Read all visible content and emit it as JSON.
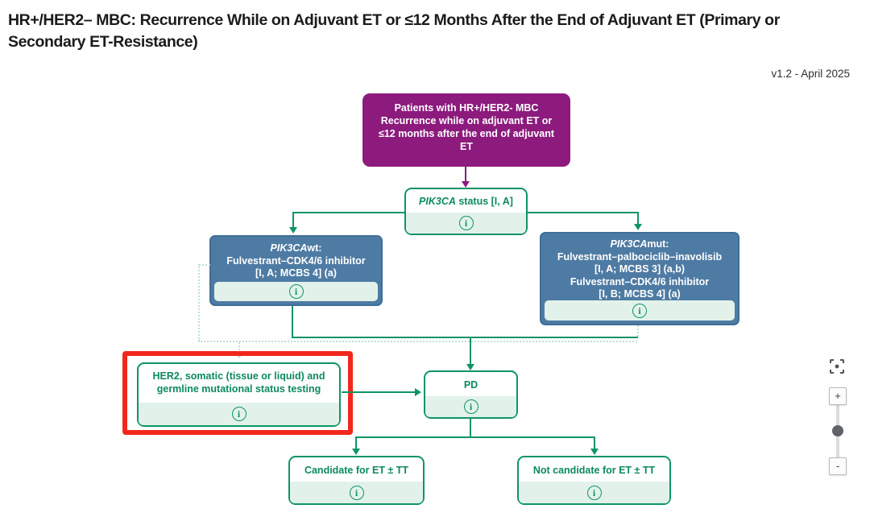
{
  "header": {
    "title": "HR+/HER2– MBC: Recurrence While on Adjuvant ET or ≤12 Months After the End of Adjuvant ET (Primary or Secondary ET-Resistance)",
    "version": "v1.2 - April 2025"
  },
  "flow": {
    "patients": {
      "text": "Patients with HR+/HER2- MBC\nRecurrence while on adjuvant ET or\n≤12 months after the end of adjuvant\nET"
    },
    "status": {
      "gene": "PIK3CA",
      "rest": " status [I, A]"
    },
    "wt": {
      "gene": "PIK3CA",
      "gene_suffix": "wt:",
      "lines": [
        "Fulvestrant–CDK4/6 inhibitor",
        "[I, A; MCBS 4] (a)"
      ]
    },
    "mut": {
      "gene": "PIK3CA",
      "gene_suffix": "mut:",
      "lines": [
        "Fulvestrant–palbociclib–inavolisib",
        "[I, A; MCBS 3] (a,b)",
        "Fulvestrant–CDK4/6 inhibitor",
        "[I, B; MCBS 4] (a)"
      ]
    },
    "testing": {
      "text": "HER2, somatic (tissue or liquid) and\ngermline mutational status testing"
    },
    "pd": {
      "text": "PD"
    },
    "candidate": {
      "text": "Candidate for ET ± TT"
    },
    "not_candidate": {
      "text": "Not candidate for ET ± TT"
    },
    "info_glyph": "i"
  },
  "controls": {
    "zoom_in": "+",
    "zoom_out": "-"
  },
  "colors": {
    "purple": "#8c1b7d",
    "green": "#0f9466",
    "green_light": "#e2f2ea",
    "blue": "#4e7ba3",
    "highlight_red": "#f2271c"
  }
}
